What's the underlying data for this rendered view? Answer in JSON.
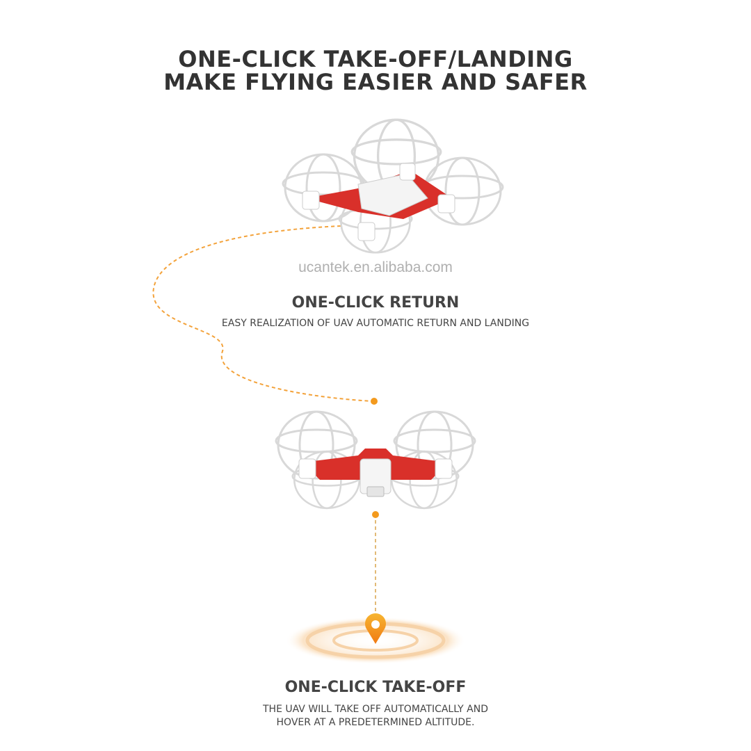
{
  "header": {
    "line1": "ONE-CLICK TAKE-OFF/LANDING",
    "line2": "MAKE FLYING EASIER AND SAFER"
  },
  "watermark": "ucantek.en.alibaba.com",
  "return_feature": {
    "title": "ONE-CLICK RETURN",
    "description": "EASY REALIZATION OF UAV AUTOMATIC RETURN AND LANDING"
  },
  "takeoff_feature": {
    "title": "ONE-CLICK TAKE-OFF",
    "line1": "THE UAV WILL TAKE OFF AUTOMATICALLY AND",
    "line2": "HOVER AT A PREDETERMINED ALTITUDE."
  },
  "colors": {
    "accent": "#f39a1e",
    "drone_red": "#d9302a",
    "text": "#333333"
  }
}
